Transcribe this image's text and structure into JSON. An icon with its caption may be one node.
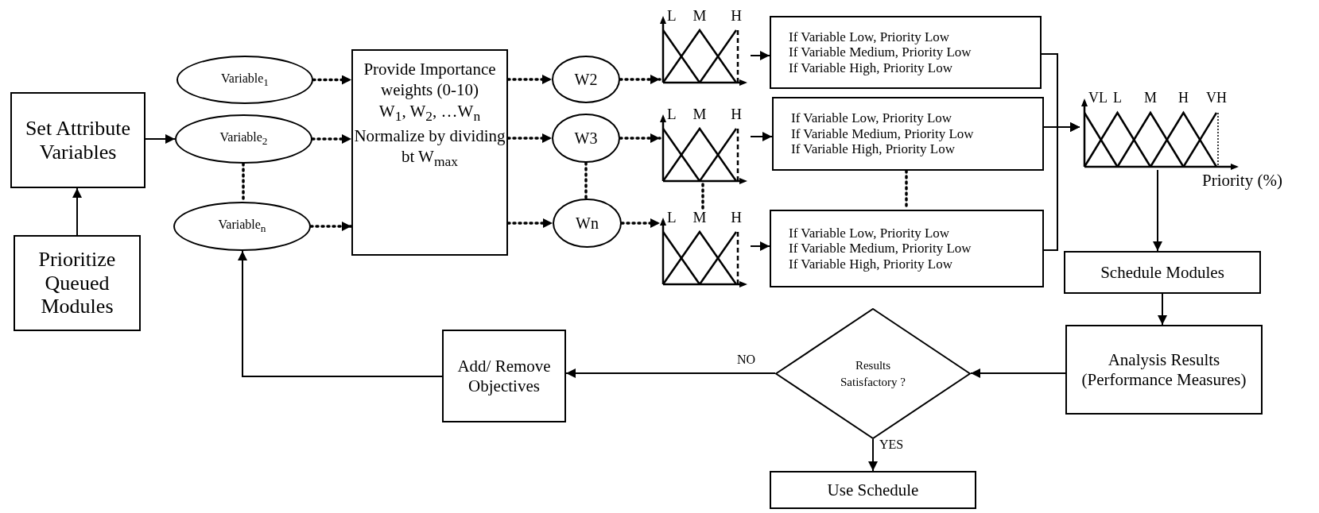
{
  "diagram": {
    "nodes": [
      {
        "text": [
          "Set Attribute Variables"
        ]
      },
      {
        "text": [
          "Prioritize Queued Modules"
        ]
      },
      {
        "text": [
          "Variable$_{1}$"
        ]
      },
      {
        "text": [
          "Variable$_{2}$"
        ]
      },
      {
        "text": [
          "Variable$_{n}$"
        ]
      },
      {
        "text": [
          "Provide Importance weights (0-10)",
          "W$_{1}$, W$_{2}$, …W$_{n}$",
          "Normalize by dividing bt W$_{max}$"
        ]
      },
      {
        "text": [
          "W2"
        ]
      },
      {
        "text": [
          "W3"
        ]
      },
      {
        "text": [
          "Wn"
        ]
      },
      {
        "text": [
          "L",
          "M",
          "H"
        ]
      },
      {
        "text": [
          "L",
          "M",
          "H"
        ]
      },
      {
        "text": [
          "L",
          "M",
          "H"
        ]
      },
      {
        "text": [
          "If Variable Low, Priority Low",
          "If Variable Medium, Priority Low",
          "If Variable High, Priority Low"
        ]
      },
      {
        "text": [
          "If Variable Low, Priority Low",
          "If Variable Medium, Priority Low",
          "If Variable High, Priority Low"
        ]
      },
      {
        "text": [
          "If Variable Low, Priority Low",
          "If Variable Medium, Priority Low",
          "If Variable High, Priority Low"
        ]
      },
      {
        "text": [
          "VL",
          "L",
          "M",
          "H",
          "VH"
        ],
        "beside": [
          "Priority (%)"
        ]
      },
      {
        "text": [
          "Schedule Modules"
        ]
      },
      {
        "text": [
          "Analysis Results (Performance Measures)"
        ]
      },
      {
        "text": [
          "Results Satisfactory ?"
        ]
      },
      {
        "text": [
          "Use Schedule"
        ]
      },
      {
        "text": [
          "Add/ Remove Objectives"
        ]
      }
    ],
    "edges": [
      {
        "from": 1,
        "to": 0,
        "arrow": "to"
      },
      {
        "from": 0,
        "to": 3,
        "arrow": "to"
      },
      {
        "from": 2,
        "to": 5,
        "arrow": "to",
        "style": "dashed"
      },
      {
        "from": 3,
        "to": 5,
        "arrow": "to",
        "style": "dashed"
      },
      {
        "from": 4,
        "to": 5,
        "arrow": "to",
        "style": "dashed"
      },
      {
        "from": 3,
        "to": 4,
        "arrow": "none",
        "style": "dashed"
      },
      {
        "from": 5,
        "to": 6,
        "arrow": "to",
        "style": "dashed"
      },
      {
        "from": 5,
        "to": 7,
        "arrow": "to",
        "style": "dashed"
      },
      {
        "from": 5,
        "to": 8,
        "arrow": "to",
        "style": "dashed"
      },
      {
        "from": 7,
        "to": 8,
        "arrow": "none",
        "style": "dashed"
      },
      {
        "from": 6,
        "to": 9,
        "arrow": "to",
        "style": "dashed"
      },
      {
        "from": 7,
        "to": 10,
        "arrow": "to",
        "style": "dashed"
      },
      {
        "from": 8,
        "to": 11,
        "arrow": "to",
        "style": "dashed"
      },
      {
        "from": 10,
        "to": 11,
        "arrow": "none",
        "style": "dashed"
      },
      {
        "from": 9,
        "to": 12,
        "arrow": "to"
      },
      {
        "from": 10,
        "to": 13,
        "arrow": "to"
      },
      {
        "from": 11,
        "to": 14,
        "arrow": "to"
      },
      {
        "from": 13,
        "to": 14,
        "arrow": "none",
        "style": "dashed"
      },
      {
        "from": 12,
        "to": 15,
        "arrow": "to"
      },
      {
        "from": 13,
        "to": 15,
        "arrow": "to"
      },
      {
        "from": 14,
        "to": 15,
        "arrow": "to"
      },
      {
        "from": 15,
        "to": 16,
        "arrow": "to"
      },
      {
        "from": 16,
        "to": 17,
        "arrow": "to"
      },
      {
        "from": 17,
        "to": 18,
        "arrow": "to"
      },
      {
        "from": 18,
        "to": 20,
        "arrow": "to",
        "label": "NO"
      },
      {
        "from": 18,
        "to": 19,
        "arrow": "to",
        "label": "YES"
      },
      {
        "from": 20,
        "to": 4,
        "arrow": "to"
      }
    ]
  }
}
